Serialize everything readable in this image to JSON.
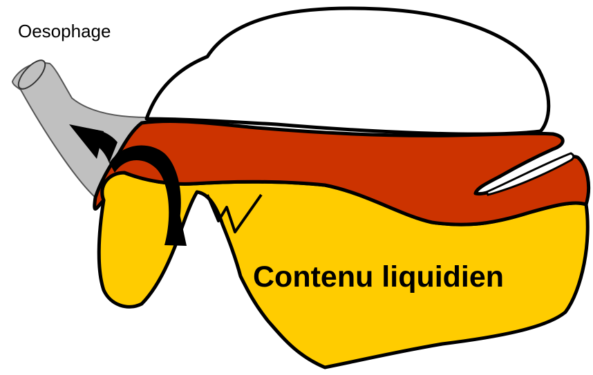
{
  "labels": {
    "oesophagus": "Oesophage",
    "liquid_content": "Contenu liquidien"
  },
  "colors": {
    "oesophagus_fill": "#c0c0c0",
    "gas_bubble_fill": "#ffffff",
    "mucosa_layer_fill": "#cc3300",
    "liquid_fill": "#ffcc00",
    "outline": "#000000",
    "arrow": "#000000"
  },
  "icons": {
    "flow_arrow": "curved-reflux-arrow"
  }
}
